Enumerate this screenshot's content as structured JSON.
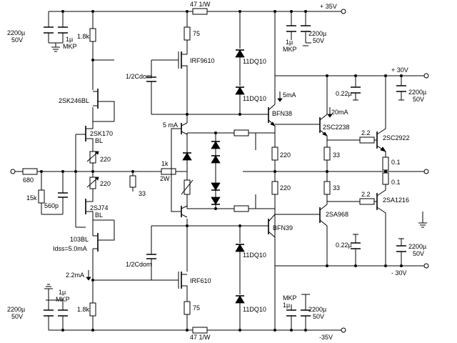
{
  "rails": {
    "pos35": "+ 35V",
    "pos30": "+ 30V",
    "neg30": "- 30V",
    "neg35": "-35V"
  },
  "resistors": {
    "r47_top": "47 1/W",
    "r47_bot": "47 1/W",
    "r18k_top": "1.8k",
    "r18k_bot": "1.8k",
    "r75_top": "75",
    "r75_bot": "75",
    "r680": "680",
    "r15k": "15k",
    "r1k": "1k",
    "r1k_w": "2W",
    "r33_in": "33",
    "r220_a": "220",
    "r220_b": "220",
    "r220_c": "220",
    "r220_d": "220",
    "r33_a": "33",
    "r33_b": "33",
    "r22_a": "2.2",
    "r22_b": "2.2",
    "r01_a": "0.1",
    "r01_b": "0.1"
  },
  "capacitors": {
    "c2200_tl": [
      "2200µ",
      "50V"
    ],
    "c1_tl": [
      "1µ",
      "MKP"
    ],
    "c2200_bl": [
      "2200µ",
      "50V"
    ],
    "c1_bl": [
      "1µ",
      "MKP"
    ],
    "c1_tr": [
      "1µ",
      "MKP"
    ],
    "c2200_tr": [
      "2200µ",
      "50V"
    ],
    "c1_br": [
      "MKP",
      "1µ"
    ],
    "c2200_br": [
      "2200µ",
      "50V"
    ],
    "c022_top": "0.22µ",
    "c022_bot": "0.22µ",
    "c2200_r30p": [
      "2200µ",
      "50V"
    ],
    "c2200_r30n": [
      "2200µ",
      "50V"
    ],
    "cdom_top": "1/2Cdom",
    "cdom_bot": "1/2Cdom",
    "c560p": "560p"
  },
  "semis": {
    "irf9610": "IRF9610",
    "irf610": "IRF610",
    "d11dq10_a": "11DQ10",
    "d11dq10_b": "11DQ10",
    "d11dq10_c": "11DQ10",
    "d11dq10_d": "11DQ10",
    "q2sk246": "2SK246BL",
    "q2sk170": [
      "2SK170",
      "BL"
    ],
    "q2sj74": [
      "2SJ74",
      "BL"
    ],
    "q103bl": "103BL",
    "idss": "Idss=5.0mA",
    "bfn38": "BFN38",
    "bfn39": "BFN39",
    "q2sc2238": "2SC2238",
    "q2sa968": "2SA968",
    "q2sc2922": "2SC2922",
    "q2sa1216": "2SA1216"
  },
  "currents": {
    "i5ma_a": "5mA",
    "i5ma_b": "5 mA",
    "i20ma": "20mA",
    "i22ma": "2.2mA"
  }
}
